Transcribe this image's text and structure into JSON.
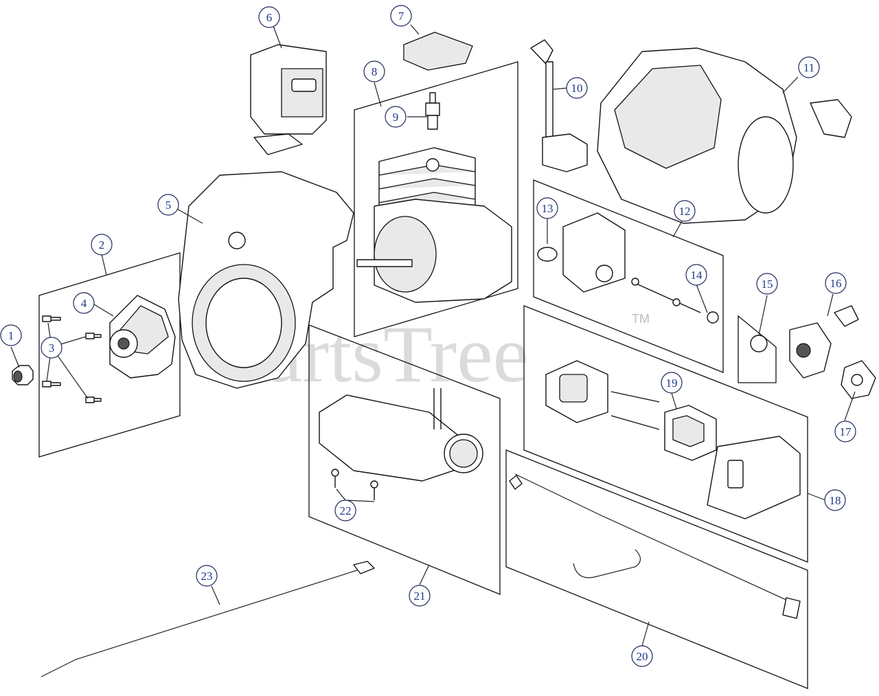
{
  "watermark": {
    "text": "PartsTree",
    "trademark": "TM"
  },
  "callouts": [
    {
      "id": "c1",
      "label": "1"
    },
    {
      "id": "c2",
      "label": "2"
    },
    {
      "id": "c3",
      "label": "3"
    },
    {
      "id": "c4",
      "label": "4"
    },
    {
      "id": "c5",
      "label": "5"
    },
    {
      "id": "c6",
      "label": "6"
    },
    {
      "id": "c7",
      "label": "7"
    },
    {
      "id": "c8",
      "label": "8"
    },
    {
      "id": "c9",
      "label": "9"
    },
    {
      "id": "c10",
      "label": "10"
    },
    {
      "id": "c11",
      "label": "11"
    },
    {
      "id": "c12",
      "label": "12"
    },
    {
      "id": "c13",
      "label": "13"
    },
    {
      "id": "c14",
      "label": "14"
    },
    {
      "id": "c15",
      "label": "15"
    },
    {
      "id": "c16",
      "label": "16"
    },
    {
      "id": "c17",
      "label": "17"
    },
    {
      "id": "c18",
      "label": "18"
    },
    {
      "id": "c19",
      "label": "19"
    },
    {
      "id": "c20",
      "label": "20"
    },
    {
      "id": "c21",
      "label": "21"
    },
    {
      "id": "c22",
      "label": "22"
    },
    {
      "id": "c23",
      "label": "23"
    }
  ]
}
